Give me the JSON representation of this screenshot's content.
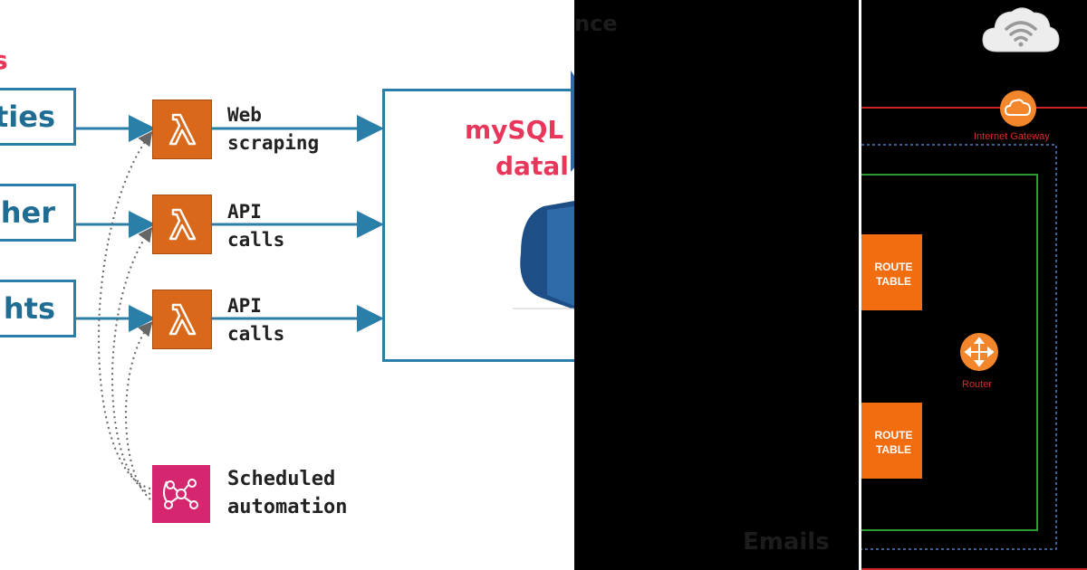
{
  "left_panel": {
    "title_fragment": "s",
    "sources": [
      {
        "label": "ties"
      },
      {
        "label": "her"
      },
      {
        "label": "hts"
      }
    ],
    "lambdas": [
      {
        "icon": "lambda-icon",
        "label_line1": "Web",
        "label_line2": "scraping"
      },
      {
        "icon": "lambda-icon",
        "label_line1": "API",
        "label_line2": "calls"
      },
      {
        "icon": "lambda-icon",
        "label_line1": "API",
        "label_line2": "calls"
      }
    ],
    "database": {
      "line1": "mySQL",
      "line2": "datal"
    },
    "scheduler": {
      "icon": "eventbridge-icon",
      "label_line1": "Scheduled",
      "label_line2": "automation"
    },
    "colors": {
      "accent": "#2a7fa8",
      "title": "#e8375b",
      "lambda": "#d9681a",
      "event": "#d5276f"
    }
  },
  "middle_panel": {
    "top_text": "nce",
    "bottom_text": "Emails"
  },
  "right_panel": {
    "cloud_icon": "wifi-cloud-icon",
    "internet_gateway": {
      "icon": "cloud-icon",
      "label": "Internet Gateway"
    },
    "route_tables": [
      {
        "line1": "ROUTE",
        "line2": "TABLE"
      },
      {
        "line1": "ROUTE",
        "line2": "TABLE"
      }
    ],
    "router": {
      "icon": "router-icon",
      "label": "Router"
    },
    "colors": {
      "vpc_border": "#cc2222",
      "subnet_border": "#2d9a2d",
      "route_table": "#f26d10",
      "icon_orange": "#f3862a"
    }
  }
}
